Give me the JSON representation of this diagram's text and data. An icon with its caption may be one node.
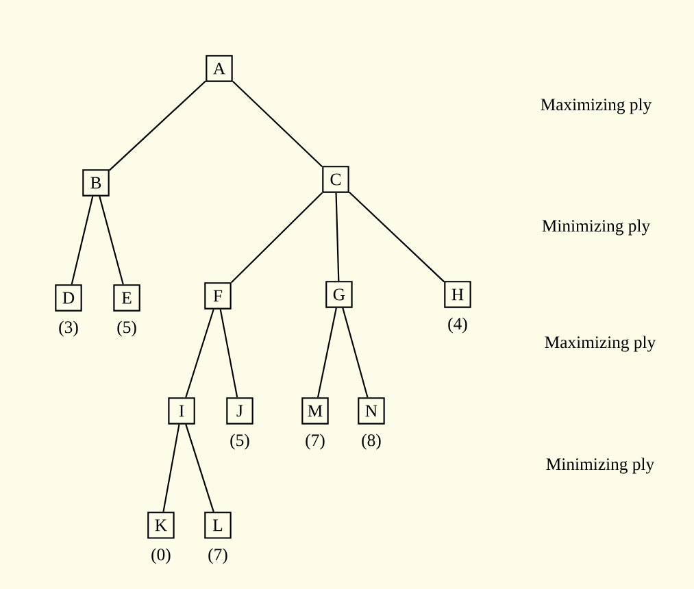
{
  "diagram": {
    "nodes": [
      {
        "text": [
          "A"
        ]
      },
      {
        "text": [
          "B"
        ]
      },
      {
        "text": [
          "C"
        ]
      },
      {
        "text": [
          "D"
        ],
        "beside": [
          "(3)"
        ]
      },
      {
        "text": [
          "E"
        ],
        "beside": [
          "(5)"
        ]
      },
      {
        "text": [
          "F"
        ]
      },
      {
        "text": [
          "G"
        ]
      },
      {
        "text": [
          "H"
        ],
        "beside": [
          "(4)"
        ]
      },
      {
        "text": [
          "I"
        ]
      },
      {
        "text": [
          "J"
        ],
        "beside": [
          "(5)"
        ]
      },
      {
        "text": [
          "M"
        ],
        "beside": [
          "(7)"
        ]
      },
      {
        "text": [
          "N"
        ],
        "beside": [
          "(8)"
        ]
      },
      {
        "text": [
          "K"
        ],
        "beside": [
          "(0)"
        ]
      },
      {
        "text": [
          "L"
        ],
        "beside": [
          "(7)"
        ]
      }
    ],
    "edges": [
      {
        "from": 0,
        "to": 1,
        "arrow": "none"
      },
      {
        "from": 0,
        "to": 2,
        "arrow": "none"
      },
      {
        "from": 1,
        "to": 3,
        "arrow": "none"
      },
      {
        "from": 1,
        "to": 4,
        "arrow": "none"
      },
      {
        "from": 2,
        "to": 5,
        "arrow": "none"
      },
      {
        "from": 2,
        "to": 6,
        "arrow": "none"
      },
      {
        "from": 2,
        "to": 7,
        "arrow": "none"
      },
      {
        "from": 5,
        "to": 8,
        "arrow": "none"
      },
      {
        "from": 5,
        "to": 9,
        "arrow": "none"
      },
      {
        "from": 6,
        "to": 10,
        "arrow": "none"
      },
      {
        "from": 6,
        "to": 11,
        "arrow": "none"
      },
      {
        "from": 8,
        "to": 12,
        "arrow": "none"
      },
      {
        "from": 8,
        "to": 13,
        "arrow": "none"
      }
    ],
    "labels": [
      "Maximizing ply",
      "Minimizing ply",
      "Maximizing ply",
      "Minimizing ply"
    ]
  }
}
